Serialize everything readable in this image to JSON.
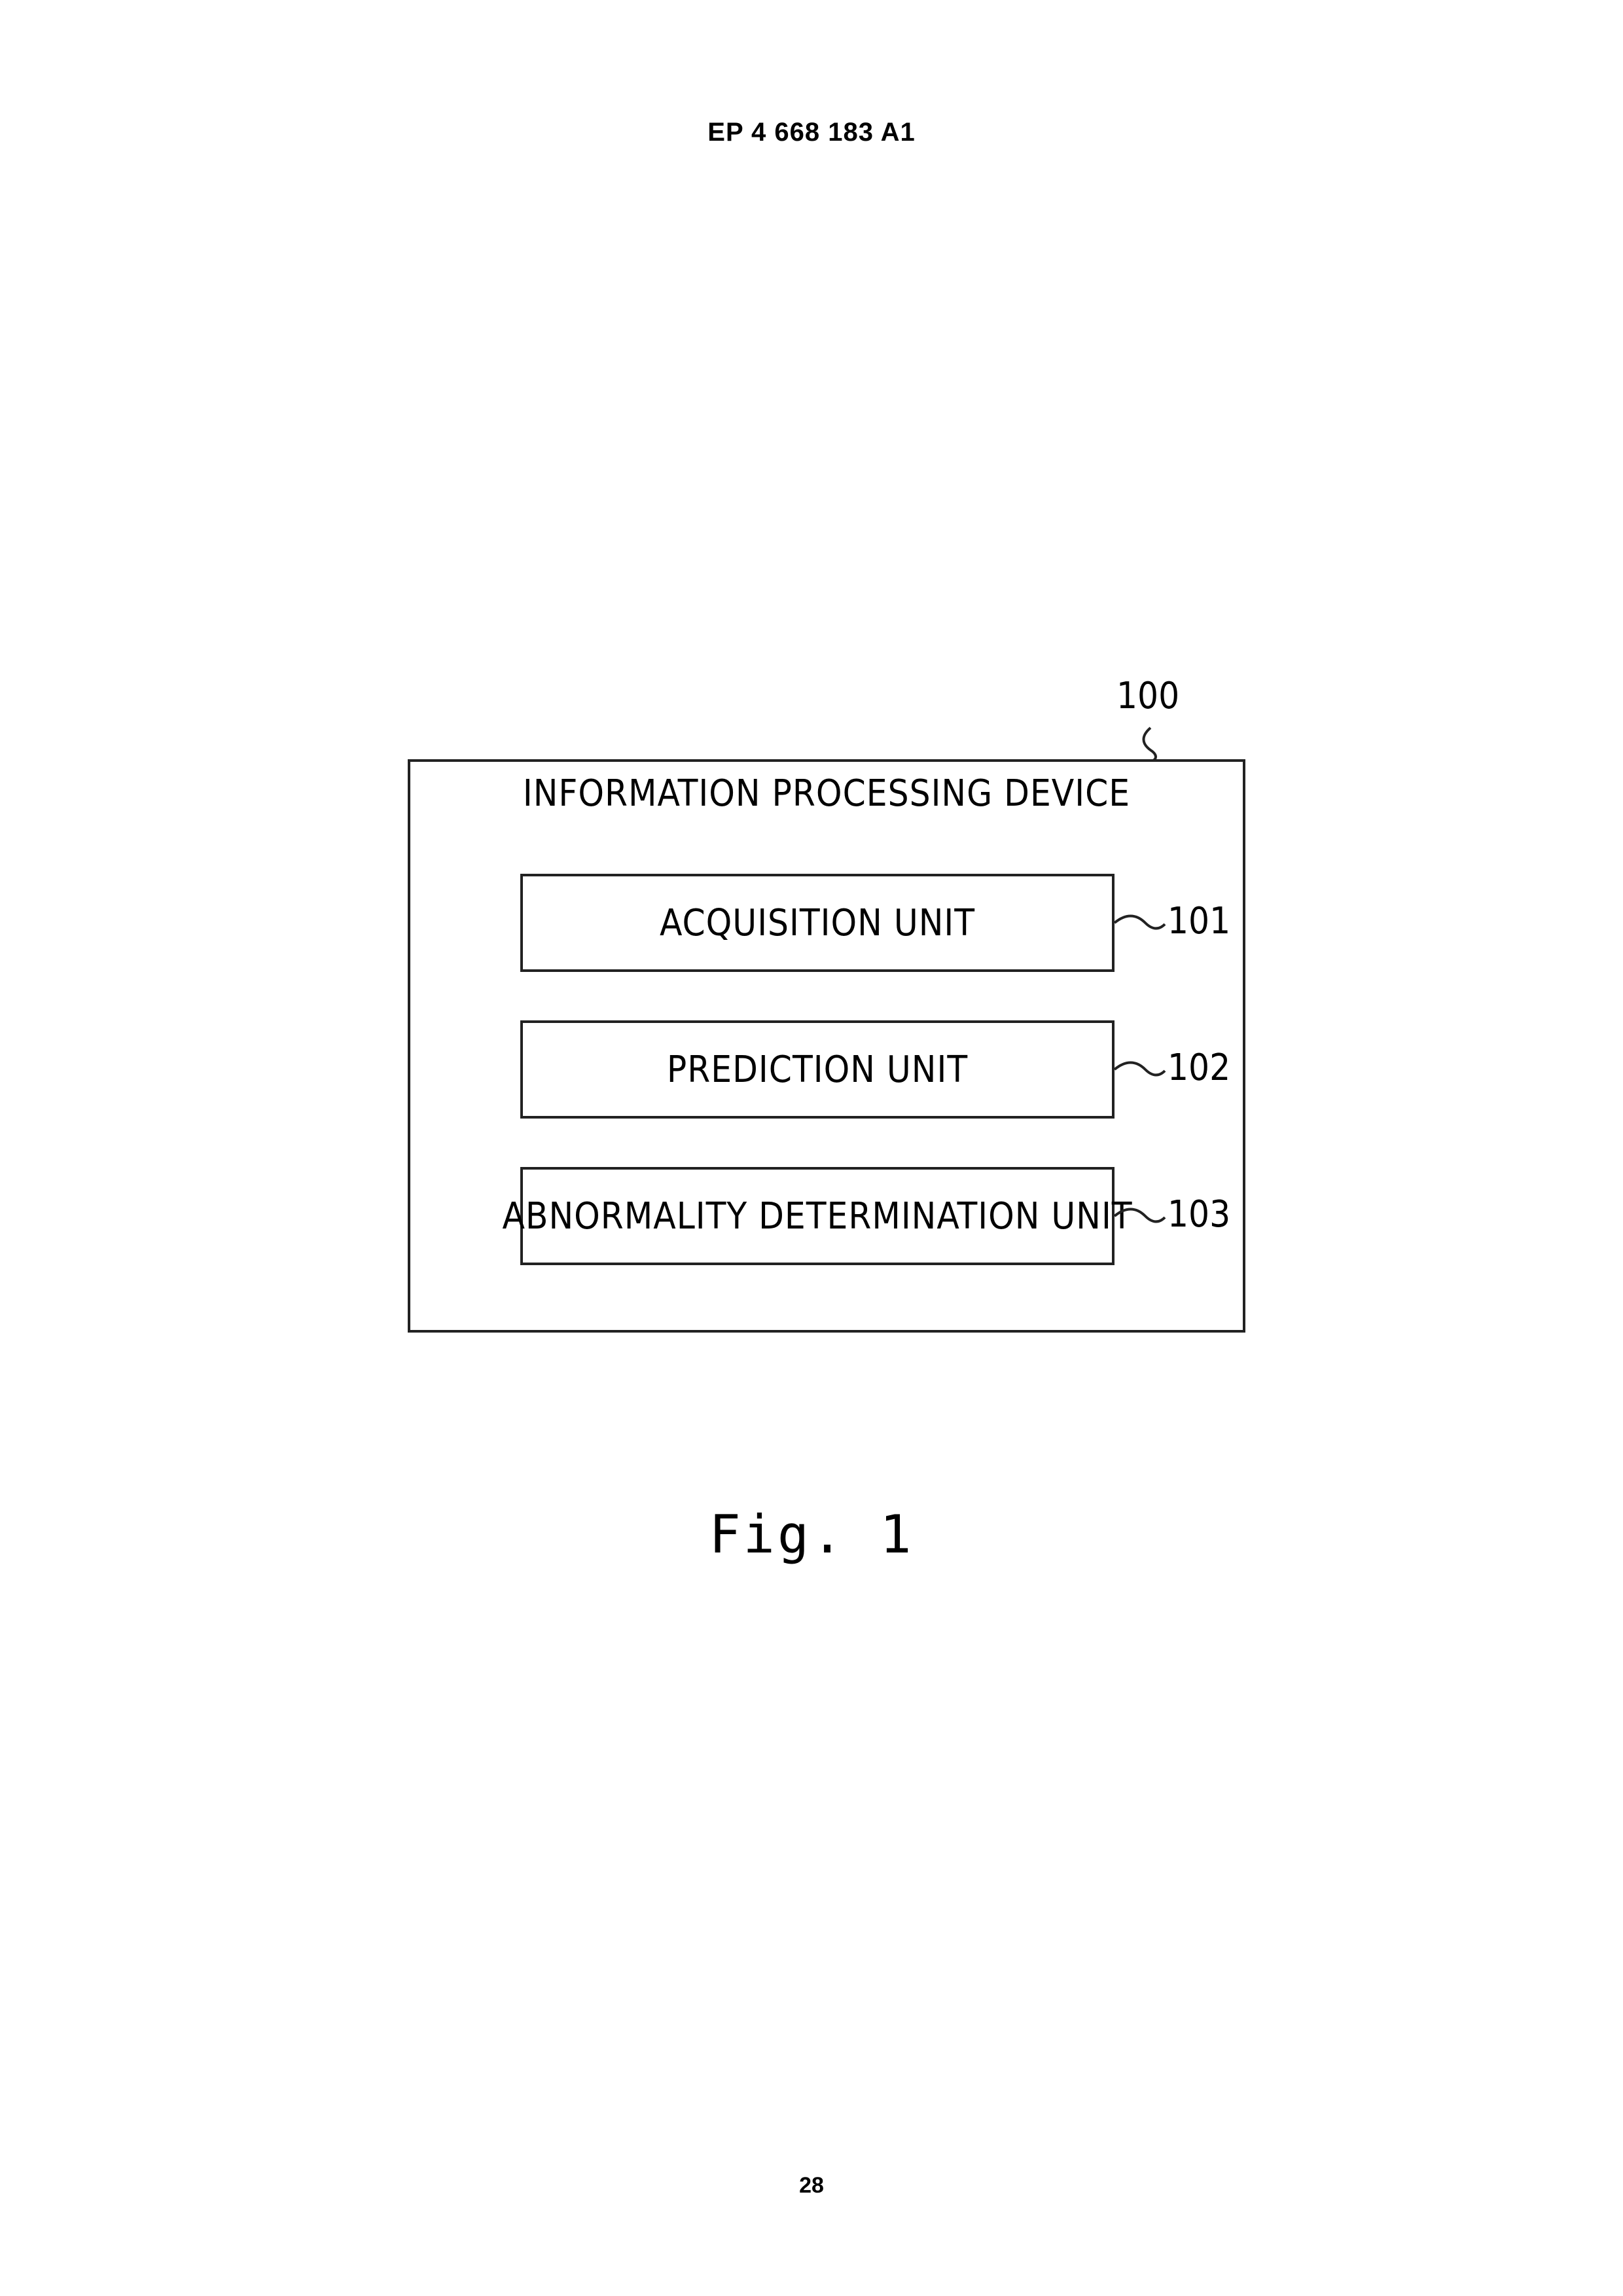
{
  "header": {
    "publication_number": "EP 4 668 183 A1"
  },
  "diagram": {
    "device": {
      "ref": "100",
      "label": "INFORMATION PROCESSING DEVICE"
    },
    "units": [
      {
        "ref": "101",
        "label": "ACQUISITION UNIT"
      },
      {
        "ref": "102",
        "label": "PREDICTION UNIT"
      },
      {
        "ref": "103",
        "label": "ABNORMALITY DETERMINATION UNIT"
      }
    ]
  },
  "figure": {
    "caption": "Fig. 1"
  },
  "footer": {
    "page_number": "28"
  }
}
